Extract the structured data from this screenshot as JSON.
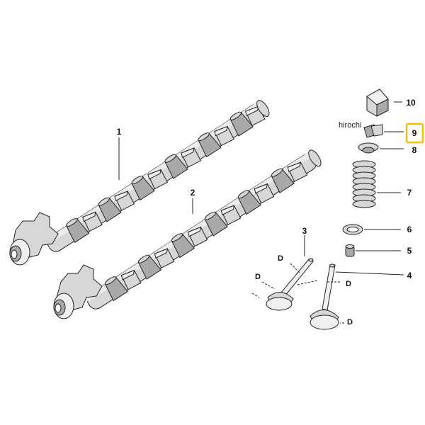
{
  "watermark": "hirochi",
  "callouts": {
    "c1": "1",
    "c2": "2",
    "c3": "3",
    "c4": "4",
    "c5": "5",
    "c6": "6",
    "c7": "7",
    "c8": "8",
    "c9": "9",
    "c10": "10"
  },
  "dimension_label": "D",
  "highlight_color": "#f2c200"
}
